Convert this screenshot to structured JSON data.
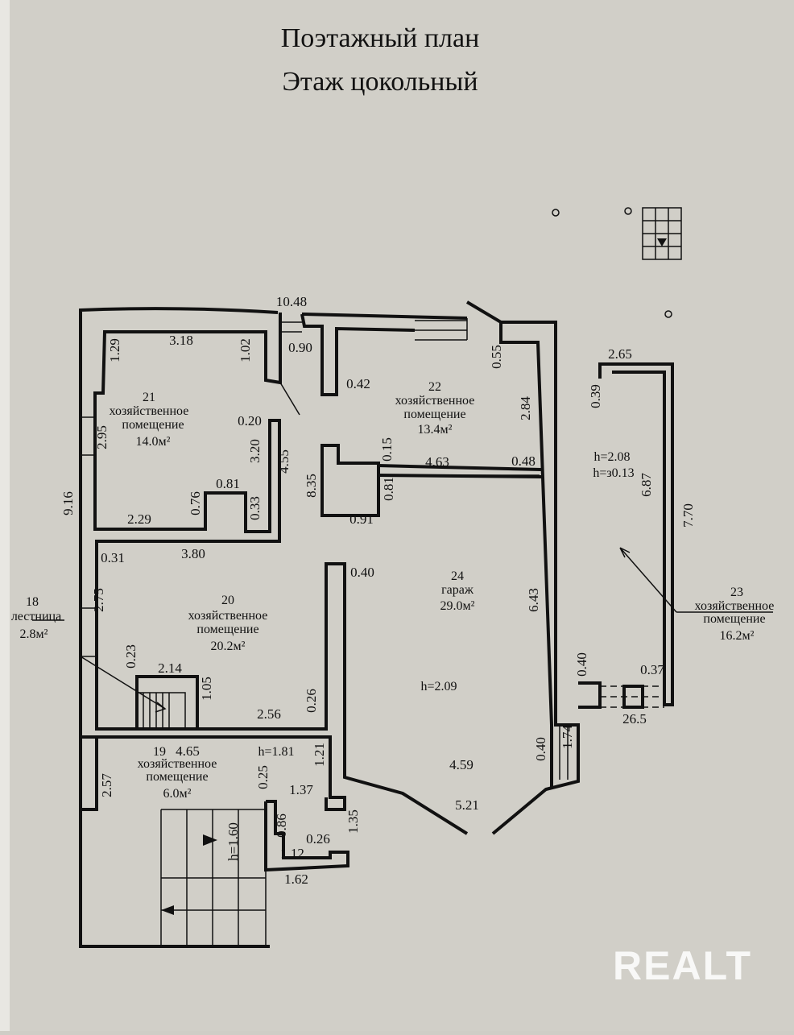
{
  "header": {
    "title_line1": "Поэтажный план",
    "title_line2": "Этаж    цокольный"
  },
  "rooms": {
    "r18": {
      "number": "18",
      "name": "лестница",
      "area": "2.8м²"
    },
    "r19": {
      "number": "19",
      "name_line1": "хозяйственное",
      "name_line2": "помещение",
      "area": "6.0м²",
      "height": "h=1.81"
    },
    "r20": {
      "number": "20",
      "name_line1": "хозяйственное",
      "name_line2": "помещение",
      "area": "20.2м²"
    },
    "r21": {
      "number": "21",
      "name_line1": "хозяйственное",
      "name_line2": "помещение",
      "area": "14.0м²"
    },
    "r22": {
      "number": "22",
      "name_line1": "хозяйственное",
      "name_line2": "помещение",
      "area": "13.4м²"
    },
    "r23": {
      "number": "23",
      "name_line1": "хозяйственное",
      "name_line2": "помещение",
      "area": "16.2м²",
      "height": "h=2.08",
      "height2": "h=з0.13"
    },
    "r24": {
      "number": "24",
      "name": "гараж",
      "area": "29.0м²",
      "height": "h=2.09"
    }
  },
  "dims": [
    "10.48",
    "0.90",
    "3.18",
    "1.29",
    "1.02",
    "0.42",
    "0.20",
    "2.95",
    "3.20",
    "4.55",
    "9.16",
    "0.81",
    "0.76",
    "0.33",
    "2.29",
    "8.35",
    "0.91",
    "0.15",
    "0.81",
    "4.63",
    "0.48",
    "0.55",
    "2.84",
    "2.65",
    "0.39",
    "6.87",
    "7.70",
    "0.31",
    "3.80",
    "0.40",
    "2.75",
    "6.43",
    "0.23",
    "2.14",
    "1.05",
    "2.56",
    "0.26",
    "0.40",
    "0.37",
    "26.5",
    "4.65",
    "1.21",
    "0.25",
    "2.57",
    "1.37",
    "4.59",
    "0.40",
    "1.74",
    "5.21",
    "0.86",
    "1.35",
    "0.26",
    "1.12",
    "1.62",
    "h=1.60"
  ],
  "watermark": "REALT"
}
